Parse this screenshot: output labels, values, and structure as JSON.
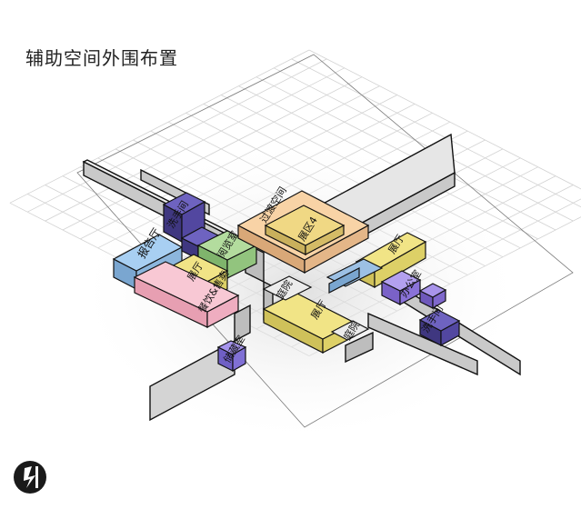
{
  "title": "辅助空间外围布置",
  "labels": {
    "report_hall": "报告厅",
    "restroom_a": "洗手间",
    "hall_a": "展厅",
    "reading_room": "阅览室",
    "catering": "餐饮&售卖",
    "transition": "过渡空间",
    "exhibit_area": "展区4",
    "hall_b": "展厅",
    "courtyard_a": "庭院",
    "hall_c": "展厅",
    "courtyard_b": "庭院",
    "office": "办公室",
    "restroom_b": "洗手间",
    "storage": "储藏室"
  },
  "colors": {
    "report_hall": "#9ec8ef",
    "restroom": "#5a4fa8",
    "hall": "#efe07a",
    "reading_room": "#9ed08a",
    "catering": "#f4b8c8",
    "transition": "#f5c898",
    "office": "#9a7fe0",
    "storage": "#8f7de0",
    "wall": "#b4b4b4"
  }
}
